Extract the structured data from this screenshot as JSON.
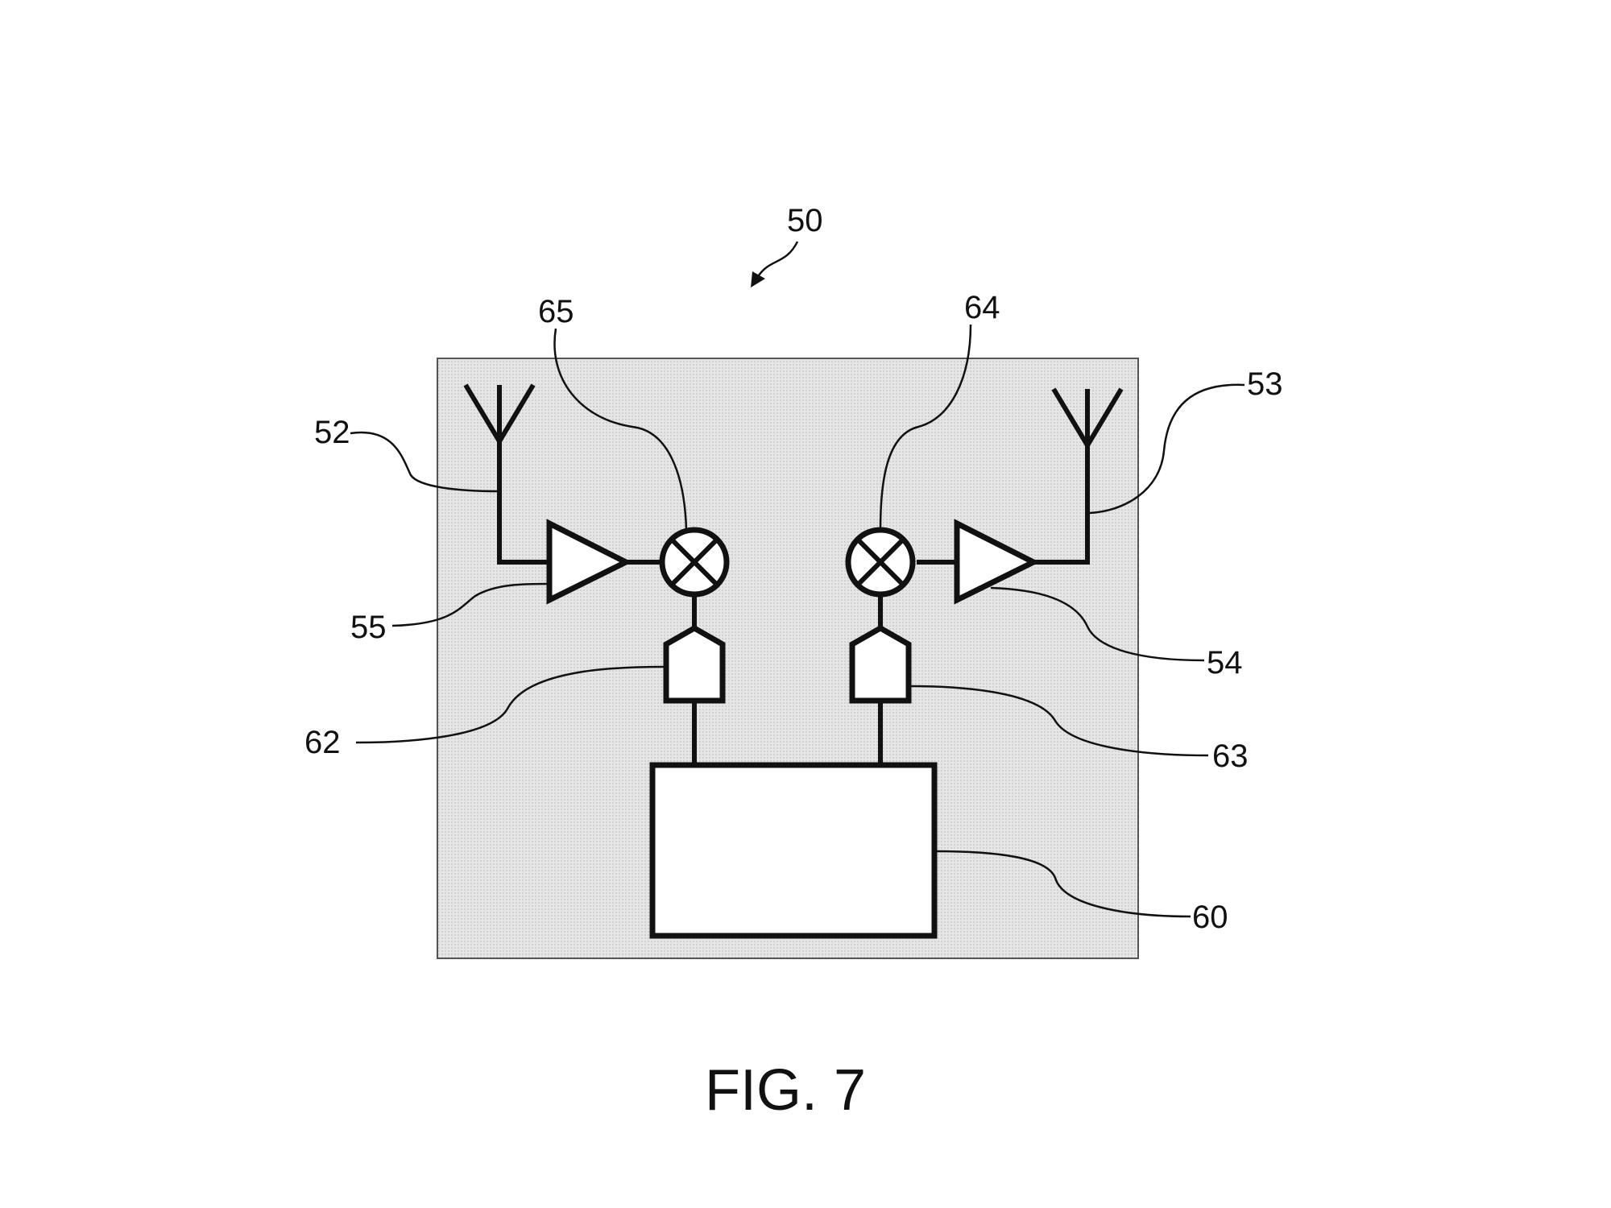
{
  "figure": {
    "caption": "FIG. 7",
    "colors": {
      "ink": "#111111",
      "board": "#e2e2e2",
      "paper": "#ffffff"
    }
  },
  "refs": {
    "device": "50",
    "mixer_left": "65",
    "mixer_right": "64",
    "antenna_left": "52",
    "antenna_right": "53",
    "amp_left": "55",
    "amp_right": "54",
    "oscillator_left": "62",
    "oscillator_right": "63",
    "controller": "60"
  }
}
